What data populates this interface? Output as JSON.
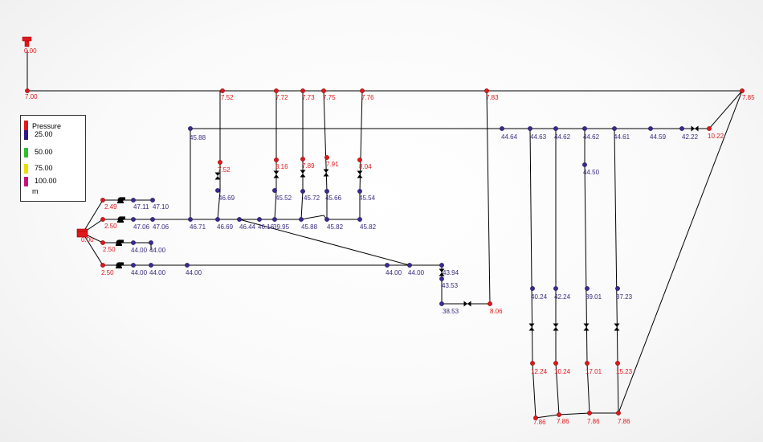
{
  "legend": {
    "title": "Pressure",
    "unit": "m",
    "items": [
      {
        "label": "25.00",
        "color": "#2c1a86"
      },
      {
        "label": "50.00",
        "color": "#2fbf2f"
      },
      {
        "label": "75.00",
        "color": "#e8e000"
      },
      {
        "label": "100.00",
        "color": "#c8127a"
      }
    ],
    "top_color": "#e0181c"
  },
  "network": {
    "pressure_labels_red": [
      "0.00",
      "7.00",
      "7.52",
      "7.72",
      "7.73",
      "7.75",
      "7.76",
      "7.83",
      "7.85",
      "10.22",
      "7.52",
      "8.16",
      "7.89",
      "7.91",
      "8.04",
      "2.49",
      "2.50",
      "0.00",
      "2.50",
      "2.50",
      "8.06",
      "12.24",
      "10.24",
      "17.01",
      "15.23",
      "7.86",
      "7.86",
      "7.86",
      "7.86"
    ],
    "pressure_labels_blue": [
      "45.88",
      "44.64",
      "44.63",
      "44.62",
      "44.62",
      "44.61",
      "44.59",
      "42.22",
      "44.50",
      "46.69",
      "45.52",
      "45.72",
      "45.66",
      "45.54",
      "47.11",
      "47.10",
      "47.06",
      "47.06",
      "46.71",
      "46.69",
      "46.44",
      "46.16",
      "39.95",
      "45.88",
      "45.82",
      "45.82",
      "44.00",
      "44.00",
      "44.00",
      "44.00",
      "44.00",
      "44.00",
      "44.00",
      "43.94",
      "43.53",
      "38.53",
      "40.24",
      "42.24",
      "39.01",
      "37.23"
    ]
  }
}
